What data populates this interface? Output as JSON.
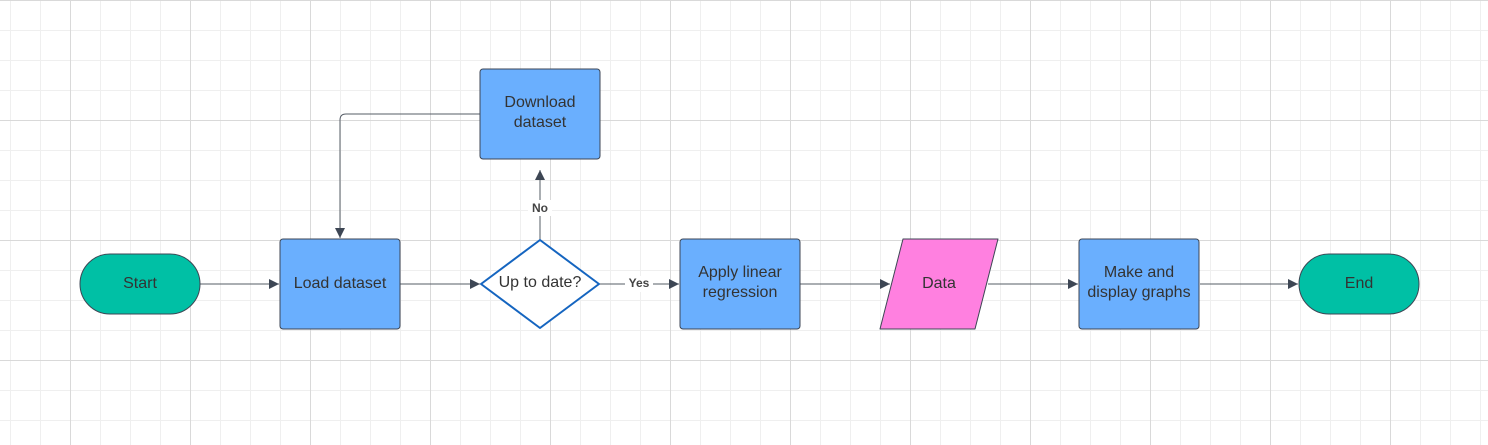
{
  "colors": {
    "terminal": "#00c0a5",
    "process": "#6aaffe",
    "decision_fill": "#ffffff",
    "decision_stroke": "#1565c0",
    "data": "#ff80e0",
    "stroke": "#3d4654",
    "edge": "#555c66"
  },
  "nodes": {
    "start": {
      "text": [
        "Start"
      ]
    },
    "load": {
      "text": [
        "Load dataset"
      ]
    },
    "decision": {
      "text": [
        "Up to date?"
      ]
    },
    "download": {
      "text": [
        "Download",
        "dataset"
      ]
    },
    "regression": {
      "text": [
        "Apply linear",
        "regression"
      ]
    },
    "data": {
      "text": [
        "Data"
      ]
    },
    "graphs": {
      "text": [
        "Make and",
        "display graphs"
      ]
    },
    "end": {
      "text": [
        "End"
      ]
    }
  },
  "edges": {
    "no_label": "No",
    "yes_label": "Yes"
  }
}
